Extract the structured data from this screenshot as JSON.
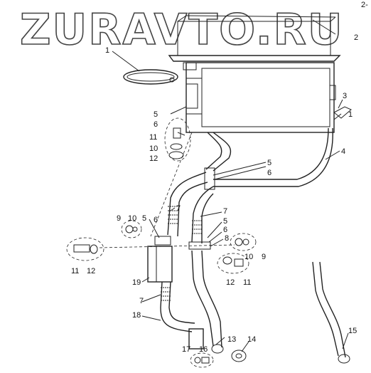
{
  "watermark": "ZURAVTO.RU",
  "corner_mark": "2-",
  "callouts": {
    "c1_top": "1",
    "c2": "2",
    "c3": "3",
    "c1_right": "1",
    "c4": "4",
    "c5_left": "5",
    "c6_left": "6",
    "c11_top": "11",
    "c10_top": "10",
    "c12_top": "12",
    "c5_mid": "5",
    "c6_mid": "6",
    "c7_left": "7",
    "c7_right": "7",
    "c9_left": "9",
    "c10_left": "10",
    "c5_left2": "5",
    "c6_left2": "6",
    "c5_right": "5",
    "c6_right": "6",
    "c8": "8",
    "c11_left": "11",
    "c12_left": "12",
    "c10_right": "10",
    "c9_right": "9",
    "c12_right": "12",
    "c11_right": "11",
    "c19": "19",
    "c7_low": "7",
    "c18": "18",
    "c13": "13",
    "c14": "14",
    "c15": "15",
    "c17": "17",
    "c16": "16"
  }
}
